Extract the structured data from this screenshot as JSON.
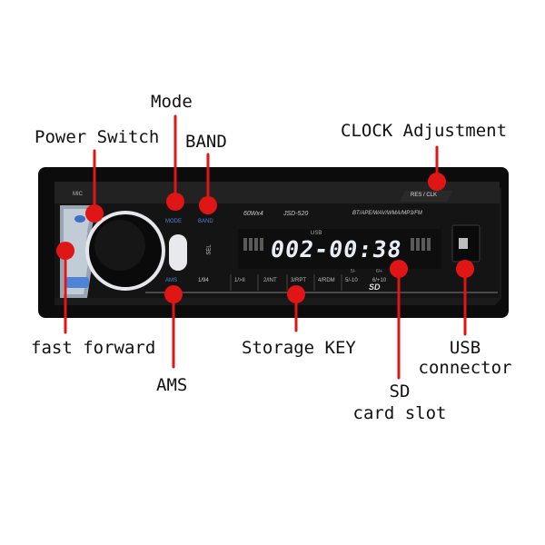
{
  "labels": {
    "mode": "Mode",
    "power_switch": "Power Switch",
    "band": "BAND",
    "clock_adjustment": "CLOCK Adjustment",
    "fast_forward": "fast forward",
    "storage_key": "Storage KEY",
    "usb_line1": "USB",
    "usb_line2": "connector",
    "ams": "AMS",
    "sd_line1": "SD",
    "sd_line2": "card slot"
  },
  "device": {
    "display_text": "002-00:38",
    "model": "JSD-520",
    "power_text": "60Wx4",
    "formats": "BT/APE/WAV/WMA/MP3/FM",
    "button_mode": "MODE",
    "button_band": "BAND",
    "button_ams": "AMS",
    "button_res_clk": "RES / CLK",
    "button_mic": "MIC",
    "presets": [
      "1/>II",
      "2/INT",
      "3/RPT",
      "4/RDM",
      "5/-10",
      "6/+10"
    ],
    "preset_top": [
      "5/-",
      "6/+"
    ],
    "sd_label": "SD",
    "dial_side": [
      "SEL",
      "1/94"
    ],
    "indicator": "USB"
  },
  "colors": {
    "marker": "#e01515",
    "line": "#e01515",
    "body": "#111111",
    "display_text": "#e9eef5",
    "accent_blue": "#4d84d6"
  }
}
